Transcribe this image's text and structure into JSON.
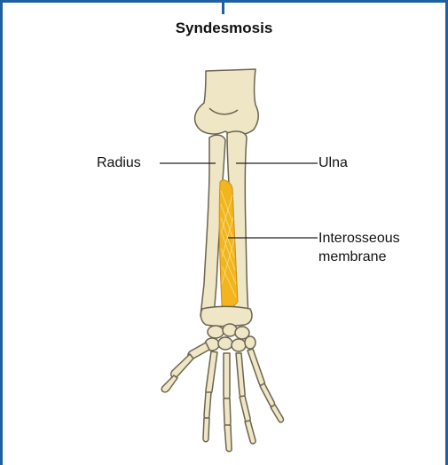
{
  "title": "Syndesmosis",
  "labels": {
    "radius": "Radius",
    "ulna": "Ulna",
    "interosseous_line1": "Interosseous",
    "interosseous_line2": "membrane"
  },
  "colors": {
    "frame": "#1f5fa3",
    "bone_fill": "#efe6c6",
    "bone_outline": "#6b6450",
    "membrane": "#f2b51d",
    "leader_line": "#222222"
  }
}
